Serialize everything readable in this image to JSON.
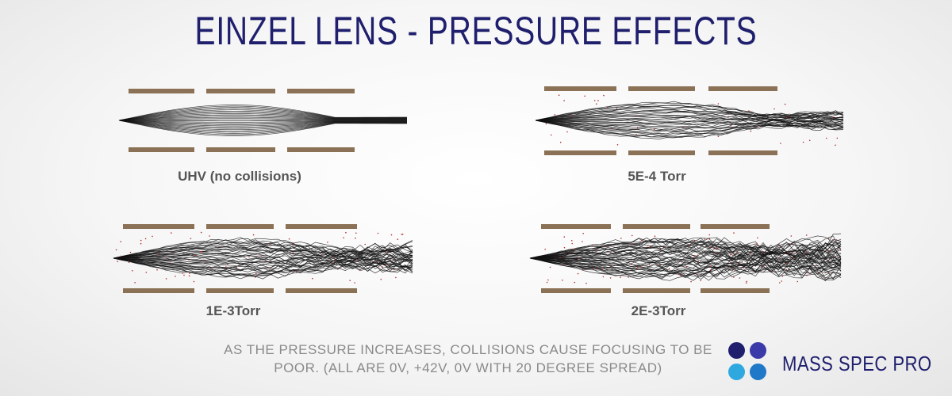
{
  "title": "EINZEL LENS - PRESSURE EFFECTS",
  "panels": [
    {
      "label": "UHV (no collisions)",
      "density": 0
    },
    {
      "label": "5E-4 Torr",
      "density": 1
    },
    {
      "label": "1E-3Torr",
      "density": 2
    },
    {
      "label": "2E-3Torr",
      "density": 3
    }
  ],
  "caption": {
    "line1": "AS THE PRESSURE INCREASES, COLLISIONS CAUSE FOCUSING TO BE",
    "line2": "POOR. (ALL ARE 0V, +42V, 0V WITH 20 DEGREE SPREAD)"
  },
  "logo": {
    "text": "MASS SPEC PRO"
  },
  "colors": {
    "title": "#1f1f6e",
    "electrode": "#8b7256",
    "trajectory": "#111111",
    "collision": "#b03030",
    "logo_dark": "#1f1f6e",
    "logo_mid": "#3a3aa8",
    "logo_light": "#2fa8e0",
    "logo_blue": "#1f78c8"
  }
}
